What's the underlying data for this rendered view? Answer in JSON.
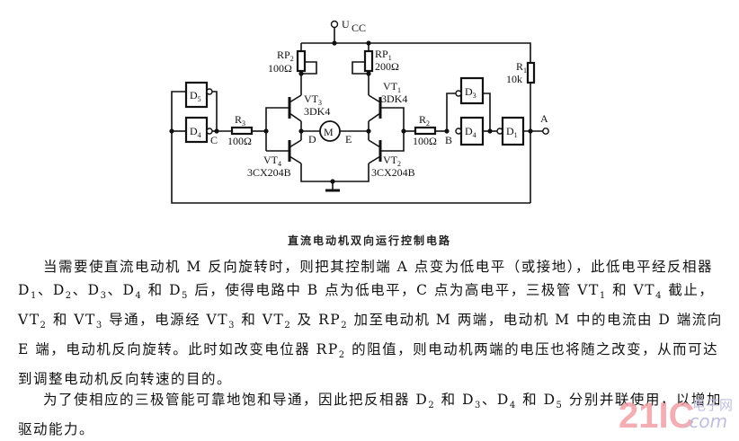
{
  "diagram": {
    "title": "直流电动机双向运行控制电路",
    "supply": {
      "label": "U",
      "subscript": "CC"
    },
    "potentiometers": [
      {
        "name": "RP",
        "sub": "2",
        "value": "100Ω"
      },
      {
        "name": "RP",
        "sub": "1",
        "value": "200Ω"
      }
    ],
    "resistors": [
      {
        "name": "R",
        "sub": "1",
        "value": "10k"
      },
      {
        "name": "R",
        "sub": "2",
        "value": "100Ω"
      },
      {
        "name": "R",
        "sub": "3",
        "value": "100Ω"
      }
    ],
    "transistors": [
      {
        "name": "VT",
        "sub": "3",
        "model": "3DK4"
      },
      {
        "name": "VT",
        "sub": "1",
        "model": "3DK4"
      },
      {
        "name": "VT",
        "sub": "4",
        "model": "3CX204B"
      },
      {
        "name": "VT",
        "sub": "2",
        "model": "3CX204B"
      }
    ],
    "inverters": [
      {
        "name": "D",
        "sub": "1"
      },
      {
        "name": "D",
        "sub": "3"
      },
      {
        "name": "D",
        "sub": "4"
      },
      {
        "name": "D",
        "sub": "5"
      },
      {
        "name": "D",
        "sub": "4"
      }
    ],
    "motor": "M",
    "nodes": {
      "a": "A",
      "b": "B",
      "c": "C",
      "d": "D",
      "e": "E"
    }
  },
  "text": {
    "p1": [
      {
        "t": "当需要使直流电动机 M 反向旋转时，则把其控制端 A 点变为低电平（或接地），此低电平经反相器 D"
      },
      {
        "s": "1"
      },
      {
        "t": "、D"
      },
      {
        "s": "2"
      },
      {
        "t": "、D"
      },
      {
        "s": "3"
      },
      {
        "t": "、D"
      },
      {
        "s": "4"
      },
      {
        "t": " 和 D"
      },
      {
        "s": "5"
      },
      {
        "t": " 后，使得电路中 B 点为低电平，C 点为高电平，三极管 VT"
      },
      {
        "s": "1"
      },
      {
        "t": " 和 VT"
      },
      {
        "s": "4"
      },
      {
        "t": " 截止，VT"
      },
      {
        "s": "2"
      },
      {
        "t": " 和 VT"
      },
      {
        "s": "3"
      },
      {
        "t": " 导通，电源经 VT"
      },
      {
        "s": "3"
      },
      {
        "t": " 和 VT"
      },
      {
        "s": "2"
      },
      {
        "t": " 及 RP"
      },
      {
        "s": "2"
      },
      {
        "t": " 加至电动机 M 两端，电动机 M 中的电流由 D 端流向 E 端，电动机反向旋转。此时如改变电位器 RP"
      },
      {
        "s": "2"
      },
      {
        "t": " 的阻值，则电动机两端的电压也将随之改变，从而可达到调整电动机反向转速的目的。"
      }
    ],
    "p2": [
      {
        "t": "为了使相应的三极管能可靠地饱和导通，因此把反相器 D"
      },
      {
        "s": "2"
      },
      {
        "t": " 和 D"
      },
      {
        "s": "3"
      },
      {
        "t": "、D"
      },
      {
        "s": "4"
      },
      {
        "t": " 和 D"
      },
      {
        "s": "5"
      },
      {
        "t": " 分别并联使用，以增加驱动能力。"
      }
    ]
  },
  "watermark": {
    "big": "21IC",
    "cn": "电子网",
    "dot": ".com"
  },
  "colors": {
    "ink": "#111111",
    "watermark_red": "#f2a0a8",
    "watermark_blue": "#b8b8dc"
  }
}
